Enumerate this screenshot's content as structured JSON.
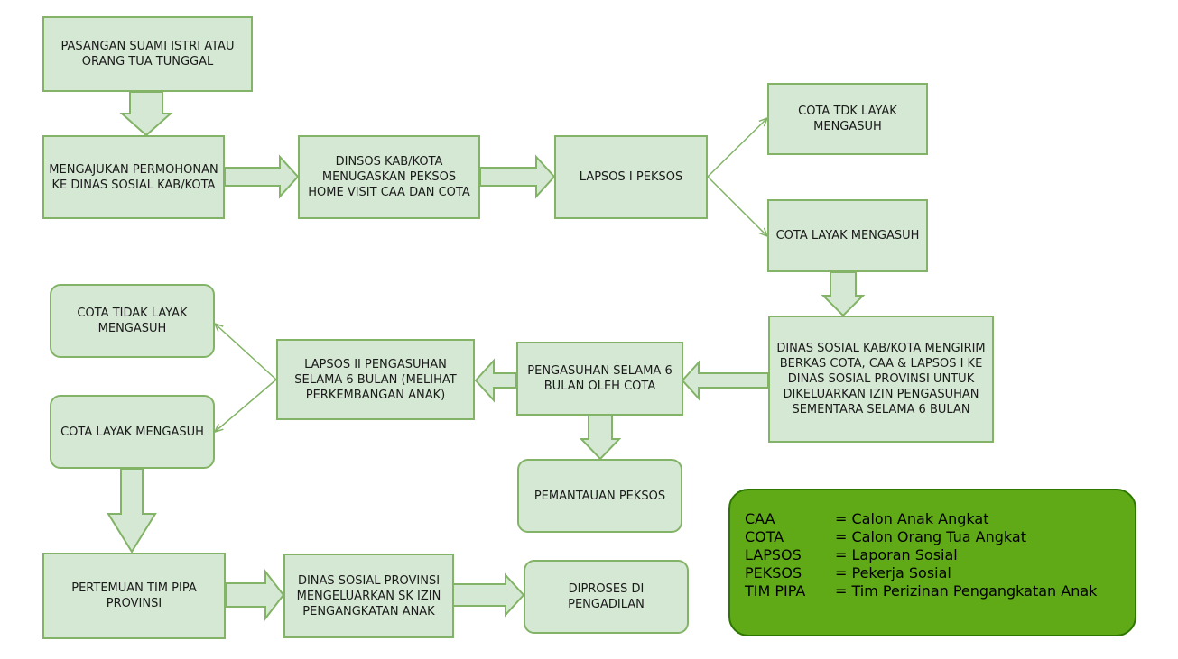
{
  "nodes": {
    "n1": "PASANGAN SUAMI ISTRI ATAU ORANG TUA TUNGGAL",
    "n2": "MENGAJUKAN PERMOHONAN KE DINAS SOSIAL KAB/KOTA",
    "n3": "DINSOS KAB/KOTA MENUGASKAN PEKSOS HOME VISIT CAA DAN COTA",
    "n4": "LAPSOS I PEKSOS",
    "n5": "COTA TDK LAYAK MENGASUH",
    "n6": "COTA LAYAK MENGASUH",
    "n7": "DINAS SOSIAL KAB/KOTA MENGIRIM BERKAS COTA, CAA & LAPSOS I KE DINAS SOSIAL PROVINSI UNTUK DIKELUARKAN IZIN PENGASUHAN SEMENTARA SELAMA 6 BULAN",
    "n8": "PENGASUHAN SELAMA 6 BULAN OLEH COTA",
    "n9": "PEMANTAUAN PEKSOS",
    "n10": "LAPSOS II PENGASUHAN SELAMA 6 BULAN (MELIHAT PERKEMBANGAN ANAK)",
    "n11": "COTA TIDAK LAYAK MENGASUH",
    "n12": "COTA LAYAK MENGASUH",
    "n13": "PERTEMUAN TIM PIPA PROVINSI",
    "n14": "DINAS SOSIAL PROVINSI MENGELUARKAN SK IZIN PENGANGKATAN ANAK",
    "n15": "DIPROSES DI PENGADILAN"
  },
  "legend": [
    {
      "term": "CAA",
      "definition": "= Calon Anak Angkat"
    },
    {
      "term": "COTA",
      "definition": "= Calon Orang Tua Angkat"
    },
    {
      "term": "LAPSOS",
      "definition": "= Laporan Sosial"
    },
    {
      "term": "PEKSOS",
      "definition": "= Pekerja Sosial"
    },
    {
      "term": "TIM PIPA",
      "definition": "= Tim Perizinan Pengangkatan Anak"
    }
  ],
  "colors": {
    "node_fill": "#d5e8d4",
    "node_stroke": "#82b366",
    "legend_fill": "#60a917",
    "legend_stroke": "#2d7600"
  }
}
